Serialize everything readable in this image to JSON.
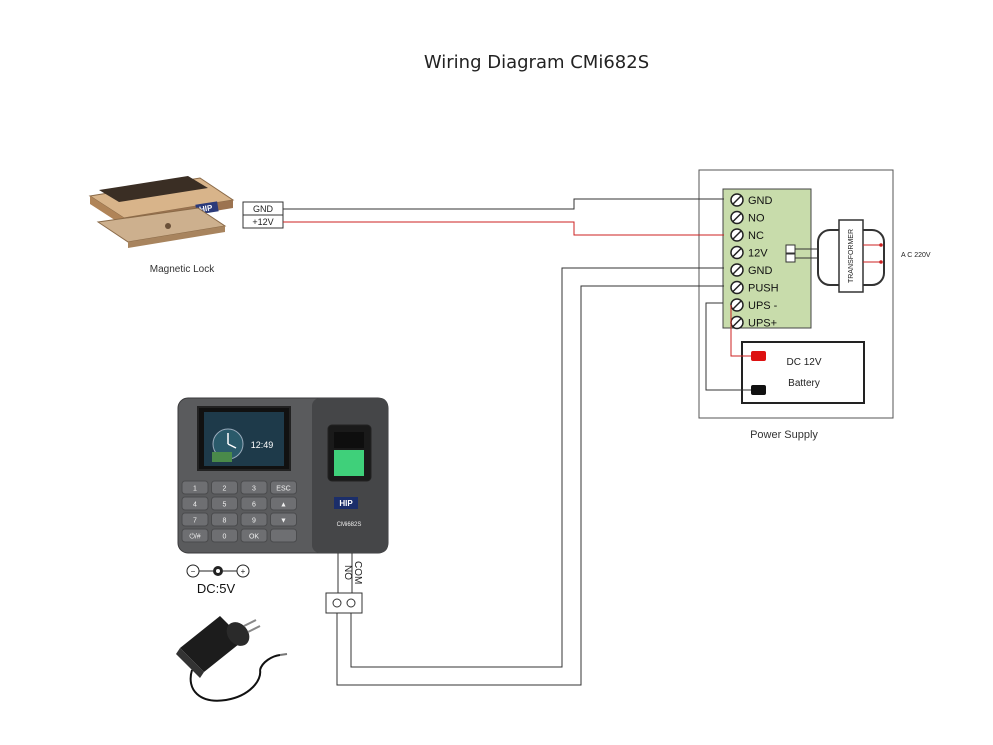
{
  "title": "Wiring Diagram CMi682S",
  "lock": {
    "caption": "Magnetic Lock",
    "brand": "HIP",
    "terminals": [
      "GND",
      "+12V"
    ]
  },
  "power_supply": {
    "caption": "Power Supply",
    "terminals": [
      "GND",
      "NO",
      "NC",
      "12V",
      "GND",
      "PUSH",
      "UPS -",
      "UPS+"
    ],
    "transformer_label": "TRANSFORMER",
    "ac_label": "A C 220V",
    "battery_line1": "DC 12V",
    "battery_line2": "Battery"
  },
  "device": {
    "brand": "HIP",
    "model": "CMi682S",
    "clock": "12:49",
    "keys": [
      "1",
      "2",
      "3",
      "ESC",
      "4",
      "5",
      "6",
      "▲",
      "7",
      "8",
      "9",
      "▼",
      "⏻/#",
      "0",
      "OK",
      ""
    ],
    "relay_labels": [
      "NO",
      "COM"
    ],
    "dc_label": "DC:5V",
    "dc_minus": "−",
    "dc_plus": "+"
  },
  "colors": {
    "wire": "#333333",
    "wire_red": "#cc2222",
    "terminal_green": "#c8dcab",
    "battery_red": "#dd1111"
  }
}
